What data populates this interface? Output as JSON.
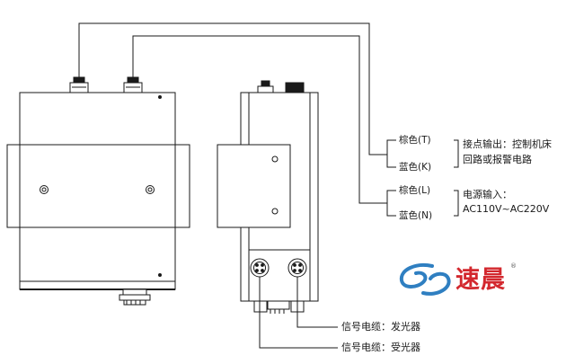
{
  "wiring": {
    "output_group": {
      "wire_1": "棕色(T)",
      "wire_2": "蓝色(K)",
      "desc_line1": "接点输出：控制机床",
      "desc_line2": "回路或报警电路"
    },
    "power_group": {
      "wire_1": "棕色(L)",
      "wire_2": "蓝色(N)",
      "desc_line1": "电源输入：",
      "desc_line2": "AC110V~AC220V"
    },
    "signal_cables": {
      "emitter": "信号电缆：发光器",
      "receiver": "信号电缆：受光器"
    }
  },
  "logo": {
    "text": "速晨",
    "registered": "®",
    "colors": {
      "swirl": "#2f7fc1",
      "text": "#d3282e"
    }
  },
  "colors": {
    "line": "#1a1a1a",
    "fill": "#ffffff"
  }
}
